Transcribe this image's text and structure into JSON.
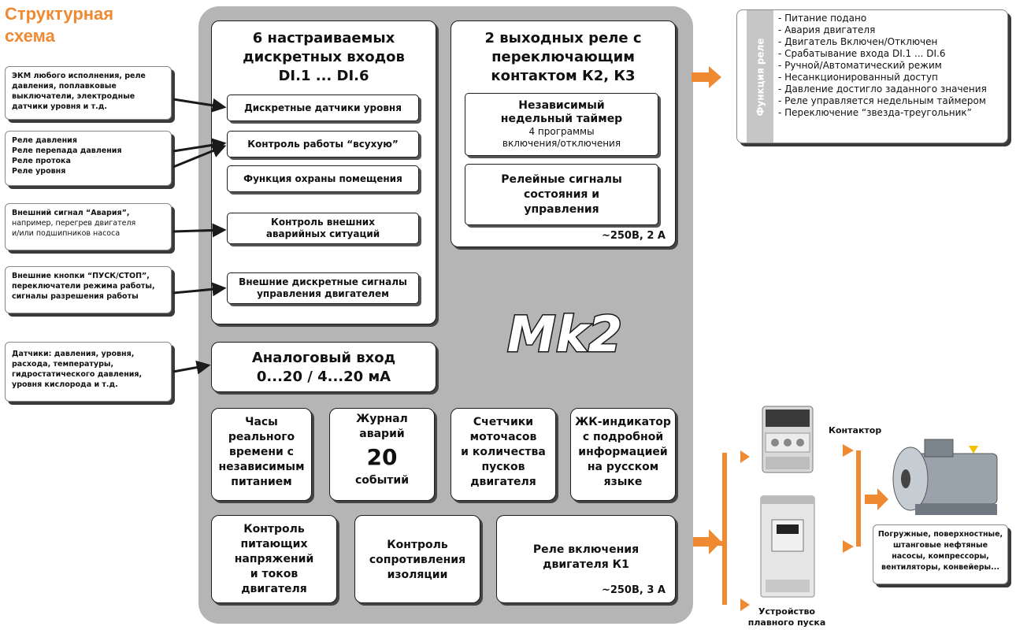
{
  "title": {
    "line1": "Структурная",
    "line2": "схема"
  },
  "inputs": [
    {
      "lines": [
        "ЭКМ любого исполнения, реле",
        "давления, поплавковые",
        "выключатели, электродные",
        "датчики уровня и т.д."
      ],
      "bold": true
    },
    {
      "lines": [
        "Реле давления",
        "Реле перепада давления",
        "Реле протока",
        "Реле уровня"
      ],
      "bold": true
    },
    {
      "lines": [
        "Внешний сигнал “Авария”,",
        "например, перегрев двигателя",
        "и/или подшипников насоса"
      ],
      "bold_first": true
    },
    {
      "lines": [
        "Внешние кнопки “ПУСК/СТОП”,",
        "переключатели режима работы,",
        "сигналы разрешения работы"
      ],
      "bold": true
    },
    {
      "lines": [
        "Датчики: давления, уровня,",
        "расхода, температуры,",
        "гидростатического давления,",
        "уровня кислорода и т.д."
      ],
      "bold": true
    }
  ],
  "discrete": {
    "head": [
      "6 настраиваемых",
      "дискретных входов",
      "DI.1 ... DI.6"
    ],
    "items": [
      "Дискретные датчики уровня",
      "Контроль работы “всухую”",
      "Функция охраны помещения",
      "Контроль внешних аварийных ситуаций",
      "Внешние дискретные сигналы управления двигателем"
    ]
  },
  "relays": {
    "head": [
      "2 выходных реле с",
      "переключающим",
      "контактом К2, К3"
    ],
    "timer_title": [
      "Независимый",
      "недельный таймер"
    ],
    "timer_sub": [
      "4 программы",
      "включения/отключения"
    ],
    "signals": [
      "Релейные сигналы",
      "состояния и",
      "управления"
    ],
    "rating": "~250В, 2 А"
  },
  "logo_text": "Mk2",
  "analog": {
    "line1": "Аналоговый вход",
    "line2": "0...20 / 4...20 мА"
  },
  "features": [
    [
      "Часы",
      "реального",
      "времени с",
      "независимым",
      "питанием"
    ],
    [
      "Журнал",
      "аварий",
      "20",
      "событий"
    ],
    [
      "Счетчики",
      "моточасов",
      "и количества",
      "пусков",
      "двигателя"
    ],
    [
      "ЖК-индикатор",
      "с подробной",
      "информацией",
      "на русском",
      "языке"
    ]
  ],
  "bottom": [
    [
      "Контроль",
      "питающих",
      "напряжений",
      "и токов",
      "двигателя"
    ],
    [
      "Контроль",
      "сопротивления",
      "изоляции"
    ]
  ],
  "k1": {
    "lines": [
      "Реле включения",
      "двигателя К1"
    ],
    "rating": "~250В, 3 А"
  },
  "function_label": "Функция реле",
  "functions": [
    "- Питание подано",
    "- Авария двигателя",
    "- Двигатель Включен/Отключен",
    "- Срабатывание входа DI.1 ... DI.6",
    "- Ручной/Автоматический режим",
    "- Несанкционированный доступ",
    "- Давление достигло заданного значения",
    "- Реле управляется недельным таймером",
    "- Переключение “звезда-треугольник”"
  ],
  "devices": {
    "contactor": "Контактор",
    "soft_starter": [
      "Устройство",
      "плавного пуска"
    ],
    "loads": [
      "Погружные, поверхностные,",
      "штанговые нефтяные",
      "насосы, компрессоры,",
      "вентиляторы, конвейеры..."
    ]
  },
  "colors": {
    "accent": "#f08a32",
    "panel": "#b5b5b5"
  }
}
